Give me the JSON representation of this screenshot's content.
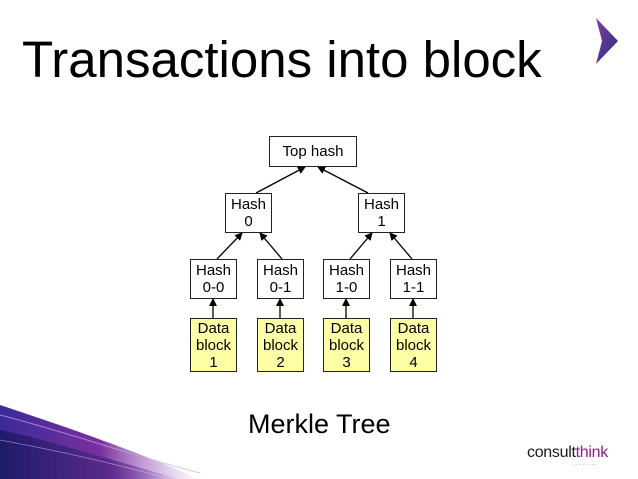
{
  "title": "Transactions into block",
  "caption": "Merkle Tree",
  "nodes": {
    "top": "Top hash",
    "h0": "Hash\n0",
    "h1": "Hash\n1",
    "h00": "Hash\n0-0",
    "h01": "Hash\n0-1",
    "h10": "Hash\n1-0",
    "h11": "Hash\n1-1",
    "d1": "Data\nblock\n1",
    "d2": "Data\nblock\n2",
    "d3": "Data\nblock\n3",
    "d4": "Data\nblock\n4"
  },
  "logo": {
    "prefix": "consult",
    "accent": "think",
    "tagline": "· · · · · · · ·"
  },
  "colors": {
    "data_fill": "#ffffa6",
    "accent_purple": "#5b2a8c",
    "chevron": "#4a2a86"
  },
  "icons": [
    "chevron-right-icon",
    "consultthink-logo"
  ]
}
